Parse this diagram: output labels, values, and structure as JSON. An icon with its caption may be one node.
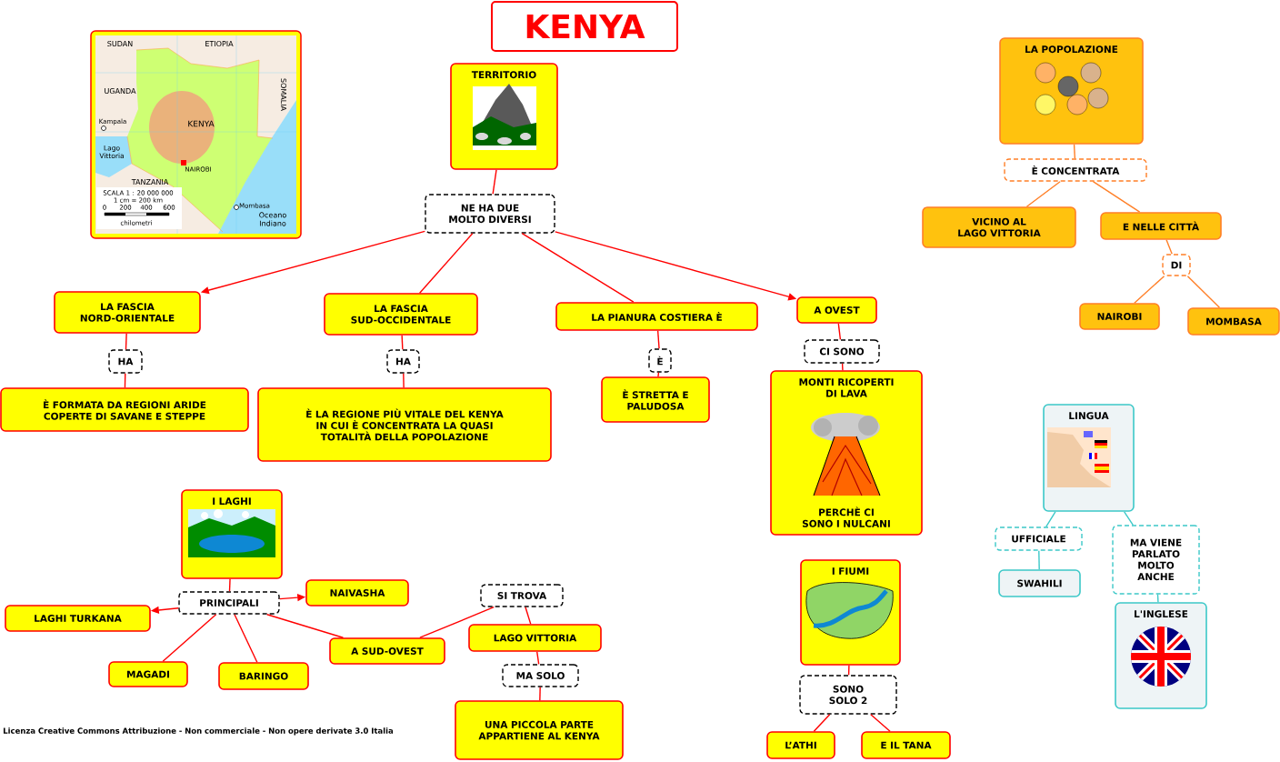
{
  "diagram": {
    "title": "KENYA",
    "nodes": [
      {
        "text": [
          "TERRITORIO"
        ]
      },
      {
        "text": [
          "NE HA DUE MOLTO DIVERSI"
        ]
      },
      {
        "text": [
          "LA FASCIA NORD-ORIENTALE"
        ]
      },
      {
        "text": [
          "HA"
        ]
      },
      {
        "text": [
          "È FORMATA DA REGIONI ARIDE COPERTE DI SAVANE E STEPPE"
        ]
      },
      {
        "text": [
          "LA FASCIA SUD-OCCIDENTALE"
        ]
      },
      {
        "text": [
          "HA"
        ]
      },
      {
        "text": [
          "È LA REGIONE PIÙ VITALE DEL KENYA IN CUI È CONCENTRATA LA QUASI TOTALITÀ DELLA POPOLAZIONE"
        ]
      },
      {
        "text": [
          "LA PIANURA COSTIERA È"
        ]
      },
      {
        "text": [
          "È"
        ]
      },
      {
        "text": [
          "È STRETTA E PALUDOSA"
        ]
      },
      {
        "text": [
          "A OVEST"
        ]
      },
      {
        "text": [
          "CI SONO"
        ]
      },
      {
        "text": [
          "MONTI RICOPERTI DI LAVA",
          "PERCHÈ CI SONO I NULCANI"
        ]
      },
      {
        "text": [
          "LA POPOLAZIONE"
        ]
      },
      {
        "text": [
          "È CONCENTRATA"
        ]
      },
      {
        "text": [
          "VICINO AL LAGO VITTORIA"
        ]
      },
      {
        "text": [
          "E NELLE CITTÀ"
        ]
      },
      {
        "text": [
          "DI"
        ]
      },
      {
        "text": [
          "NAIROBI"
        ]
      },
      {
        "text": [
          "MOMBASA"
        ]
      },
      {
        "text": [
          "LINGUA"
        ]
      },
      {
        "text": [
          "UFFICIALE"
        ]
      },
      {
        "text": [
          "SWAHILI"
        ]
      },
      {
        "text": [
          "MA VIENE PARLATO MOLTO ANCHE"
        ]
      },
      {
        "text": [
          "L'INGLESE"
        ]
      },
      {
        "text": [
          "I LAGHI"
        ]
      },
      {
        "text": [
          "PRINCIPALI"
        ]
      },
      {
        "text": [
          "LAGHI TURKANA"
        ]
      },
      {
        "text": [
          "NAIVASHA"
        ]
      },
      {
        "text": [
          "MAGADI"
        ]
      },
      {
        "text": [
          "BARINGO"
        ]
      },
      {
        "text": [
          "A SUD-OVEST"
        ]
      },
      {
        "text": [
          "SI TROVA"
        ]
      },
      {
        "text": [
          "LAGO VITTORIA"
        ]
      },
      {
        "text": [
          "MA SOLO"
        ]
      },
      {
        "text": [
          "UNA PICCOLA PARTE APPARTIENE AL KENYA"
        ]
      },
      {
        "text": [
          "I FIUMI"
        ]
      },
      {
        "text": [
          "SONO SOLO 2"
        ]
      },
      {
        "text": [
          "L’ATHI"
        ]
      },
      {
        "text": [
          "E IL TANA"
        ]
      }
    ],
    "edges": [
      {
        "from": 0,
        "to": 1,
        "arrow": "none"
      },
      {
        "from": 1,
        "to": 2,
        "arrow": "to"
      },
      {
        "from": 1,
        "to": 5,
        "arrow": "none"
      },
      {
        "from": 1,
        "to": 8,
        "arrow": "none"
      },
      {
        "from": 1,
        "to": 11,
        "arrow": "to"
      },
      {
        "from": 2,
        "to": 3,
        "arrow": "none"
      },
      {
        "from": 3,
        "to": 4,
        "arrow": "none"
      },
      {
        "from": 5,
        "to": 6,
        "arrow": "none"
      },
      {
        "from": 6,
        "to": 7,
        "arrow": "none"
      },
      {
        "from": 8,
        "to": 9,
        "arrow": "none"
      },
      {
        "from": 9,
        "to": 10,
        "arrow": "none"
      },
      {
        "from": 11,
        "to": 12,
        "arrow": "none"
      },
      {
        "from": 12,
        "to": 13,
        "arrow": "none"
      },
      {
        "from": 14,
        "to": 15,
        "arrow": "none",
        "color": "#ff7f27"
      },
      {
        "from": 15,
        "to": 16,
        "arrow": "none",
        "color": "#ff7f27"
      },
      {
        "from": 15,
        "to": 17,
        "arrow": "none",
        "color": "#ff7f27"
      },
      {
        "from": 17,
        "to": 18,
        "arrow": "none",
        "color": "#ff7f27"
      },
      {
        "from": 18,
        "to": 19,
        "arrow": "none",
        "color": "#ff7f27"
      },
      {
        "from": 18,
        "to": 20,
        "arrow": "none",
        "color": "#ff7f27"
      },
      {
        "from": 21,
        "to": 22,
        "arrow": "none",
        "color": "#3cc8c8"
      },
      {
        "from": 22,
        "to": 23,
        "arrow": "none",
        "color": "#3cc8c8"
      },
      {
        "from": 21,
        "to": 24,
        "arrow": "none",
        "color": "#3cc8c8"
      },
      {
        "from": 24,
        "to": 25,
        "arrow": "none",
        "color": "#3cc8c8"
      },
      {
        "from": 26,
        "to": 27,
        "arrow": "none"
      },
      {
        "from": 27,
        "to": 28,
        "arrow": "to"
      },
      {
        "from": 27,
        "to": 29,
        "arrow": "to"
      },
      {
        "from": 27,
        "to": 30,
        "arrow": "none"
      },
      {
        "from": 27,
        "to": 31,
        "arrow": "none"
      },
      {
        "from": 27,
        "to": 32,
        "arrow": "none"
      },
      {
        "from": 32,
        "to": 33,
        "arrow": "none"
      },
      {
        "from": 33,
        "to": 34,
        "arrow": "none"
      },
      {
        "from": 34,
        "to": 35,
        "arrow": "none"
      },
      {
        "from": 35,
        "to": 36,
        "arrow": "none"
      },
      {
        "from": 37,
        "to": 38,
        "arrow": "none"
      },
      {
        "from": 38,
        "to": 39,
        "arrow": "none"
      },
      {
        "from": 38,
        "to": 40,
        "arrow": "none"
      }
    ],
    "labels": [
      "SUDAN",
      "ETIOPIA",
      "UGANDA",
      "SOMALIA",
      "Kampala",
      "KENYA",
      "Lago Vittoria",
      "NAIROBI",
      "TANZANIA",
      "SCALA 1 : 20 000 000",
      "1 cm = 200 km",
      "Mombasa",
      "Oceano Indiano",
      "0",
      "200",
      "400",
      "600",
      "chilometri",
      "Licenza Creative Commons Attribuzione - Non commerciale - Non opere derivate 3.0 Italia"
    ]
  }
}
